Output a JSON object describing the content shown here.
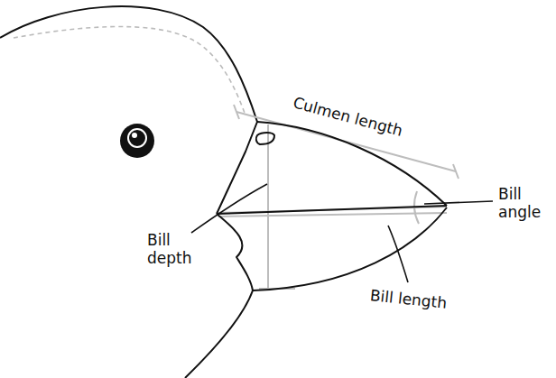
{
  "diagram": {
    "labels": [
      "Culmen length",
      "Bill angle",
      "Bill depth",
      "Bill length"
    ]
  }
}
